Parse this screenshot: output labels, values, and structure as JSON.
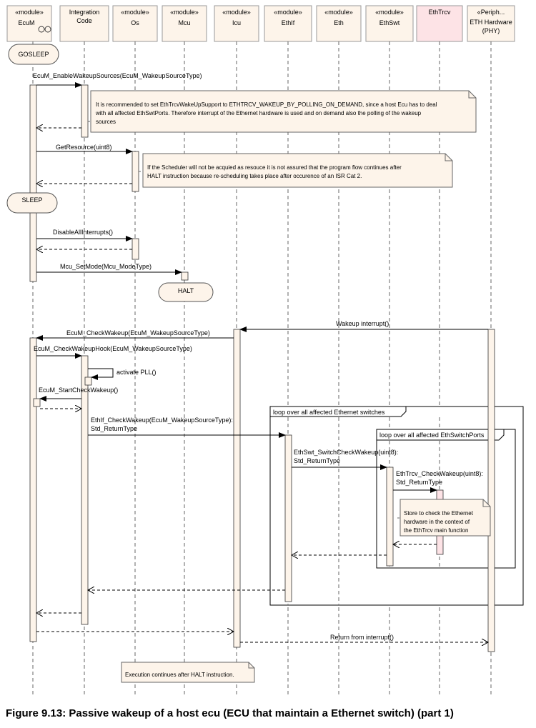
{
  "lifelines": [
    {
      "stereo": "«module»",
      "name": "EcuM",
      "pink": false
    },
    {
      "stereo": "",
      "name": "Integration",
      "name2": "Code",
      "pink": false
    },
    {
      "stereo": "«module»",
      "name": "Os",
      "pink": false
    },
    {
      "stereo": "«module»",
      "name": "Mcu",
      "pink": false
    },
    {
      "stereo": "«module»",
      "name": "Icu",
      "pink": false
    },
    {
      "stereo": "«module»",
      "name": "EthIf",
      "pink": false
    },
    {
      "stereo": "«module»",
      "name": "Eth",
      "pink": false
    },
    {
      "stereo": "«module»",
      "name": "EthSwt",
      "pink": false
    },
    {
      "stereo": "",
      "name": "EthTrcv",
      "pink": true
    },
    {
      "stereo": "«Periph...",
      "name": "ETH Hardware",
      "name2": "(PHY)",
      "pink": false
    }
  ],
  "states": {
    "gosleep": "GOSLEEP",
    "sleep": "SLEEP",
    "halt": "HALT"
  },
  "messages": {
    "m1": "EcuM_EnableWakeupSources(EcuM_WakeupSourceType)",
    "m2": "GetResource(uint8)",
    "m3": "DisableAllInterrupts()",
    "m4": "Mcu_SetMode(Mcu_ModeType)",
    "m5": "Wakeup interrupt()",
    "m6": "EcuM_CheckWakeup(EcuM_WakeupSourceType)",
    "m7": "EcuM_CheckWakeupHook(EcuM_WakeupSourceType)",
    "m8": "activate PLL()",
    "m9": "EcuM_StartCheckWakeup()",
    "m10a": "EthIf_CheckWakeup(EcuM_WakeupSourceType):",
    "m10b": "Std_ReturnType",
    "m11a": "EthSwt_SwitchCheckWakeup(uint8):",
    "m11b": "Std_ReturnType",
    "m12a": "EthTrcv_CheckWakeup(uint8):",
    "m12b": "Std_ReturnType",
    "m13": "Return from interrupt()"
  },
  "notes": {
    "n1": [
      "It is recommended to set EthTrcvWakeUpSupport to ETHTRCV_WAKEUP_BY_POLLING_ON_DEMAND, since a host Ecu has to deal",
      "with all affected EthSwtPorts. Therefore interrupt of the Ethernet hardware is used and on demand also the polling of the wakeup",
      "sources"
    ],
    "n2": [
      "If the Scheduler will not be acquied as resouce it is not assured that the program flow continues after",
      "HALT instruction because re-scheduling takes place after occurence of an ISR Cat 2."
    ],
    "n3": [
      "Store to check the Ethernet",
      "hardware in the context of",
      "the EthTrcv main function"
    ],
    "n4": [
      "Execution continues after HALT instruction."
    ]
  },
  "fragments": {
    "loop1": "loop over all affected Ethernet switches",
    "loop2": "loop over all affected EthSwitchPorts"
  },
  "caption": "Figure 9.13: Passive wakeup of a host ecu (ECU that maintain a Ethernet switch) (part 1)"
}
